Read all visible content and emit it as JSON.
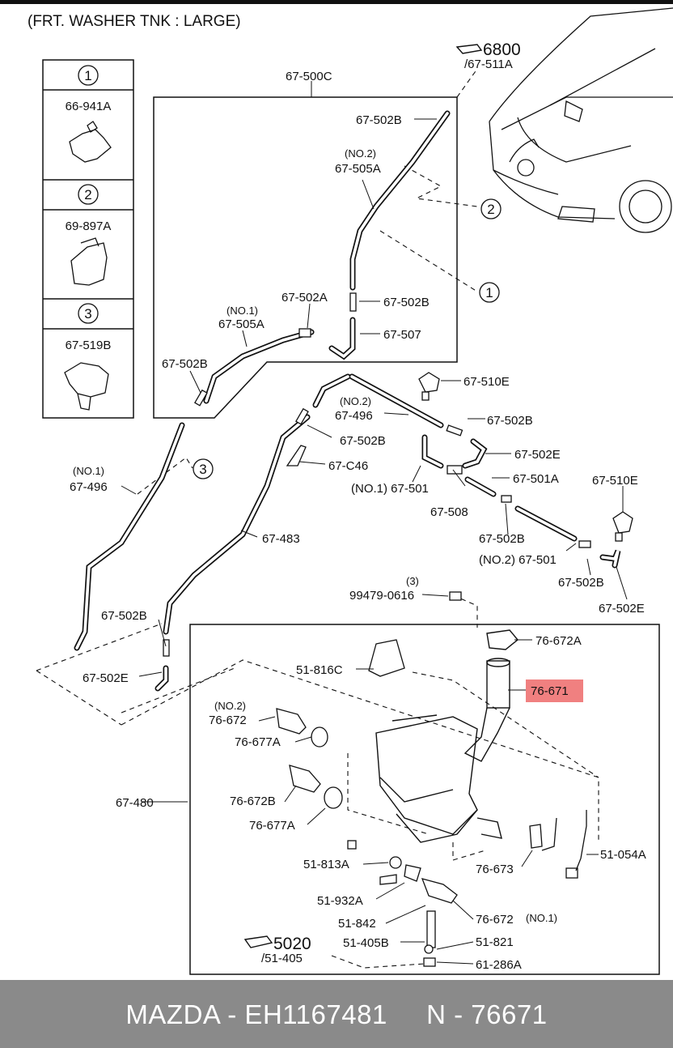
{
  "header": {
    "title": "(FRT. WASHER TNK : LARGE)"
  },
  "legend": [
    {
      "num": "1",
      "part": "66-941A"
    },
    {
      "num": "2",
      "part": "69-897A"
    },
    {
      "num": "3",
      "part": "67-519B"
    }
  ],
  "refs": {
    "ref1_num": "6800",
    "ref1_sub": "/67-511A",
    "ref2_num": "5020",
    "ref2_sub": "/51-405"
  },
  "labels": {
    "l67500c": "67-500C",
    "l67502b_a": "67-502B",
    "no2_a": "(NO.2)",
    "l67505a_a": "67-505A",
    "l67502a": "67-502A",
    "l67502b_b": "67-502B",
    "no1_a": "(NO.1)",
    "l67505a_b": "67-505A",
    "l67507": "67-507",
    "l67502b_c": "67-502B",
    "l67510e_a": "67-510E",
    "no2_b": "(NO.2)",
    "l67496_a": "67-496",
    "l67502b_d": "67-502B",
    "l67502b_e": "67-502B",
    "l67502e_a": "67-502E",
    "l67c46": "67-C46",
    "no1_b": "(NO.1)",
    "l67496_b": "67-496",
    "l67501_a": "(NO.1) 67-501",
    "l67501a": "67-501A",
    "l67508": "67-508",
    "l67510e_b": "67-510E",
    "l67483": "67-483",
    "l67502b_f": "67-502B",
    "l67501_b": "(NO.2) 67-501",
    "l67502b_g": "67-502B",
    "l67502e_b": "67-502E",
    "l67502b_h": "67-502B",
    "l67502e_c": "67-502E",
    "qty3": "(3)",
    "l99479": "99479-0616",
    "l76672a": "76-672A",
    "l51816c": "51-816C",
    "l76671": "76-671",
    "no2_c": "(NO.2)",
    "l76672_a": "76-672",
    "l76677a_a": "76-677A",
    "l67480": "67-480",
    "l76672b": "76-672B",
    "l76677a_b": "76-677A",
    "l51813a": "51-813A",
    "l76673": "76-673",
    "l51054a": "51-054A",
    "l51932a": "51-932A",
    "l51842": "51-842",
    "l76672_b": "76-672",
    "no1_c": "(NO.1)",
    "l51405b": "51-405B",
    "l51821": "51-821",
    "l61286a": "61-286A"
  },
  "callouts": {
    "c1": "1",
    "c2": "2",
    "c3": "3"
  },
  "highlight": {
    "color": "#f08080",
    "part": "76-671"
  },
  "footer": {
    "text": "MAZDA - EH1167481     N - 76671"
  }
}
